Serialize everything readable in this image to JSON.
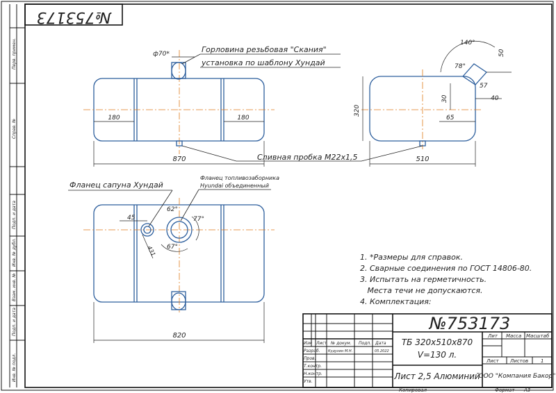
{
  "drawing": {
    "number": "№753173",
    "number_mirrored": "№753173",
    "title_line1": "ТБ 320х510х870",
    "title_line2": "V=130 л.",
    "material": "Лист 2,5 Алюминий",
    "company": "ООО \"Компания Бакор\""
  },
  "dimensions": {
    "d70": "ф70*",
    "d180_left": "180",
    "d180_right": "180",
    "d870": "870",
    "d510": "510",
    "d320": "320",
    "d140": "140°",
    "d50": "50",
    "d78": "78°",
    "d57": "57",
    "d40": "40",
    "d30": "30",
    "d65": "65",
    "d45": "45",
    "d62": "62°",
    "d77": "77°",
    "d67": "67°",
    "d431": "431",
    "d820": "820"
  },
  "labels": {
    "neck_line1": "Горловина резьбовая \"Скания\"",
    "neck_line2": "установка по шаблону Хундай",
    "drain": "Сливная пробка М22х1,5",
    "flange_breather": "Фланец сапуна Хундай",
    "flange_fuel_line1": "Фланец топливозаборника",
    "flange_fuel_line2": "Hyundai объединенный"
  },
  "notes": [
    "1. *Размеры для справок.",
    "2. Сварные соединения по ГОСТ 14806-80.",
    "3. Испытать на герметичность.",
    "   Места течи не допускаются.",
    "4. Комплектация:"
  ],
  "left_strip": [
    "Перв. примен.",
    "Справ. №",
    "Подп. и дата",
    "Инв. № дубл.",
    "Взам. инв. №",
    "Подп. и дата",
    "Инв. № подл."
  ],
  "title_block": {
    "col_izm": "Изм",
    "col_list": "Лист",
    "col_docum": "№ докум.",
    "col_podp": "Подп.",
    "col_data": "Дата",
    "row_razrab": "Разраб.",
    "razrab_name": "Кудухин М.Н.",
    "razrab_date": "05.2022",
    "row_prov": "Пров.",
    "row_tkontr": "Т.контр.",
    "row_nkontr": "Н.контр.",
    "row_utv": "Утв.",
    "lit": "Лит",
    "massa": "Масса",
    "masshtab": "Масштаб",
    "list_label": "Лист",
    "listov_label": "Листов",
    "listov_value": "1",
    "kopiroval": "Копировал",
    "format": "Формат",
    "format_value": "А3"
  }
}
